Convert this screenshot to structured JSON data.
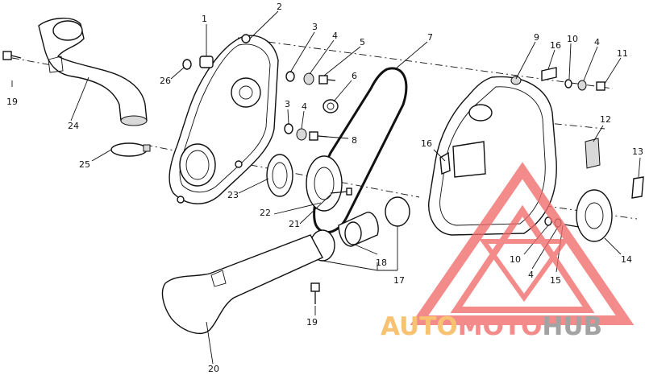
{
  "callouts": [
    {
      "id": "c1",
      "text": "1"
    },
    {
      "id": "c2",
      "text": "2"
    },
    {
      "id": "c3a",
      "text": "3"
    },
    {
      "id": "c3b",
      "text": "3"
    },
    {
      "id": "c4a",
      "text": "4"
    },
    {
      "id": "c4b",
      "text": "4"
    },
    {
      "id": "c4c",
      "text": "4"
    },
    {
      "id": "c4d",
      "text": "4"
    },
    {
      "id": "c5",
      "text": "5"
    },
    {
      "id": "c6",
      "text": "6"
    },
    {
      "id": "c7",
      "text": "7"
    },
    {
      "id": "c8",
      "text": "8"
    },
    {
      "id": "c9",
      "text": "9"
    },
    {
      "id": "c10a",
      "text": "10"
    },
    {
      "id": "c10b",
      "text": "10"
    },
    {
      "id": "c11",
      "text": "11"
    },
    {
      "id": "c12",
      "text": "12"
    },
    {
      "id": "c13",
      "text": "13"
    },
    {
      "id": "c14",
      "text": "14"
    },
    {
      "id": "c15",
      "text": "15"
    },
    {
      "id": "c16a",
      "text": "16"
    },
    {
      "id": "c16b",
      "text": "16"
    },
    {
      "id": "c17",
      "text": "17"
    },
    {
      "id": "c18",
      "text": "18"
    },
    {
      "id": "c19a",
      "text": "19"
    },
    {
      "id": "c19b",
      "text": "19"
    },
    {
      "id": "c20",
      "text": "20"
    },
    {
      "id": "c21",
      "text": "21"
    },
    {
      "id": "c22",
      "text": "22"
    },
    {
      "id": "c23",
      "text": "23"
    },
    {
      "id": "c24",
      "text": "24"
    },
    {
      "id": "c25",
      "text": "25"
    },
    {
      "id": "c26",
      "text": "26"
    }
  ],
  "watermark": {
    "part1": "AUTO",
    "part2": "MOTO",
    "part3": "HUB",
    "color_primary": "#f26b6b",
    "color_secondary": "#f5b24a",
    "color_dark": "#8a8a8a"
  }
}
